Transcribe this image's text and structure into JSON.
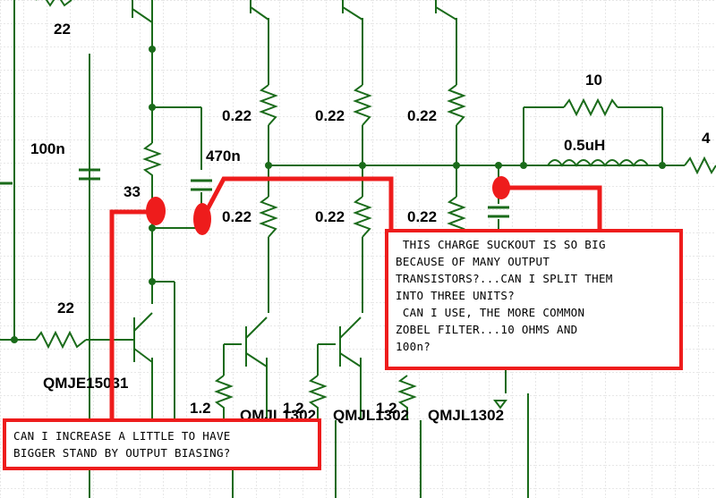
{
  "diagram": {
    "component_labels": {
      "r_22_top": "22",
      "cap_100n": "100n",
      "cap_470n": "470n",
      "r_33": "33",
      "r_022_a": "0.22",
      "r_022_b": "0.22",
      "r_022_c": "0.22",
      "r_022_d": "0.22",
      "r_022_e": "0.22",
      "r_022_f": "0.22",
      "r_10": "10",
      "l_05uh": "0.5uH",
      "r_4": "4",
      "r_22_base": "22",
      "q_driver": "QMJE15031",
      "r_12_a": "1.2",
      "r_12_b": "1.2",
      "r_12_c": "1.2",
      "q_out_a": "QMJL1302",
      "q_out_b": "QMJL1302",
      "q_out_c": "QMJL1302"
    },
    "annotation_color": "#ee1c1c",
    "wire_color": "#1a6b1a"
  },
  "notes": {
    "question_1": " THIS CHARGE SUCKOUT IS SO BIG\nBECAUSE OF MANY OUTPUT\nTRANSISTORS?...CAN I SPLIT THEM\nINTO THREE UNITS?\n CAN I USE, THE MORE COMMON\nZOBEL FILTER...10 OHMS AND\n100n?",
    "question_2": "CAN I INCREASE A LITTLE TO HAVE\nBIGGER STAND BY OUTPUT BIASING?"
  }
}
